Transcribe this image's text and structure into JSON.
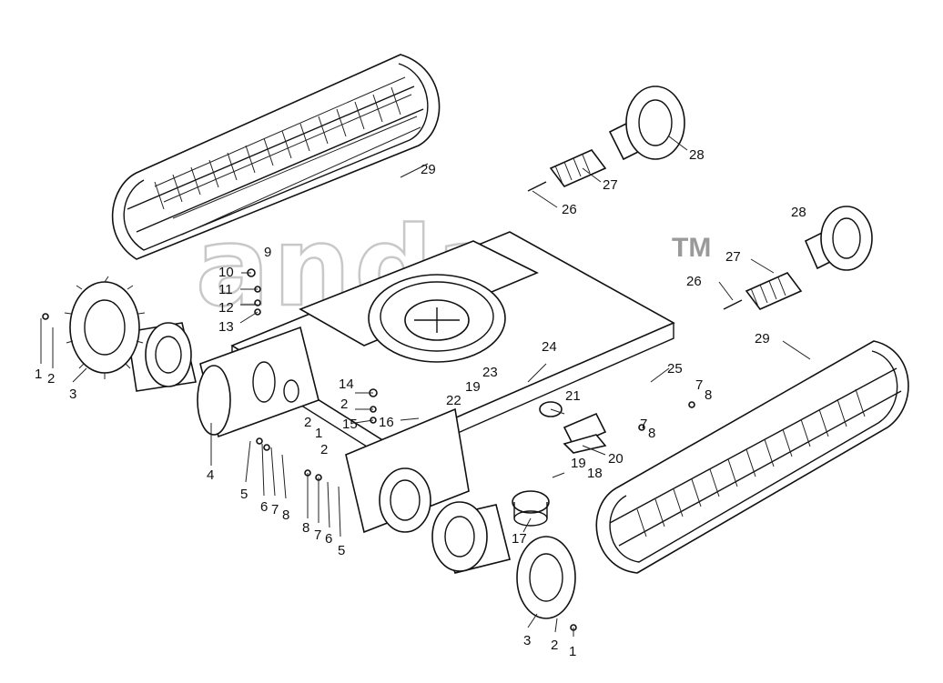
{
  "watermark": {
    "tm": "TM"
  },
  "labels": [
    {
      "id": "l1a",
      "text": "1"
    },
    {
      "id": "l2a",
      "text": "2"
    },
    {
      "id": "l3a",
      "text": "3"
    },
    {
      "id": "l4",
      "text": "4"
    },
    {
      "id": "l5a",
      "text": "5"
    },
    {
      "id": "l6a",
      "text": "6"
    },
    {
      "id": "l7a",
      "text": "7"
    },
    {
      "id": "l8a",
      "text": "8"
    },
    {
      "id": "l8b",
      "text": "8"
    },
    {
      "id": "l7b",
      "text": "7"
    },
    {
      "id": "l6b",
      "text": "6"
    },
    {
      "id": "l5b",
      "text": "5"
    },
    {
      "id": "l9",
      "text": "9"
    },
    {
      "id": "l10",
      "text": "10"
    },
    {
      "id": "l11",
      "text": "11"
    },
    {
      "id": "l12",
      "text": "12"
    },
    {
      "id": "l13",
      "text": "13"
    },
    {
      "id": "l14",
      "text": "14"
    },
    {
      "id": "l2b",
      "text": "2"
    },
    {
      "id": "l15",
      "text": "15"
    },
    {
      "id": "l16",
      "text": "16"
    },
    {
      "id": "l1b",
      "text": "1"
    },
    {
      "id": "l2c",
      "text": "2"
    },
    {
      "id": "l2d",
      "text": "2"
    },
    {
      "id": "l17",
      "text": "17"
    },
    {
      "id": "l18",
      "text": "18"
    },
    {
      "id": "l19a",
      "text": "19"
    },
    {
      "id": "l19b",
      "text": "19"
    },
    {
      "id": "l20",
      "text": "20"
    },
    {
      "id": "l21",
      "text": "21"
    },
    {
      "id": "l22",
      "text": "22"
    },
    {
      "id": "l23",
      "text": "23"
    },
    {
      "id": "l24",
      "text": "24"
    },
    {
      "id": "l25",
      "text": "25"
    },
    {
      "id": "l7c",
      "text": "7"
    },
    {
      "id": "l8c",
      "text": "8"
    },
    {
      "id": "l7d",
      "text": "7"
    },
    {
      "id": "l8d",
      "text": "8"
    },
    {
      "id": "l26a",
      "text": "26"
    },
    {
      "id": "l27a",
      "text": "27"
    },
    {
      "id": "l28a",
      "text": "28"
    },
    {
      "id": "l26b",
      "text": "26"
    },
    {
      "id": "l27b",
      "text": "27"
    },
    {
      "id": "l28b",
      "text": "28"
    },
    {
      "id": "l29a",
      "text": "29"
    },
    {
      "id": "l29b",
      "text": "29"
    },
    {
      "id": "l3b",
      "text": "3"
    },
    {
      "id": "l2e",
      "text": "2"
    },
    {
      "id": "l1c",
      "text": "1"
    }
  ]
}
